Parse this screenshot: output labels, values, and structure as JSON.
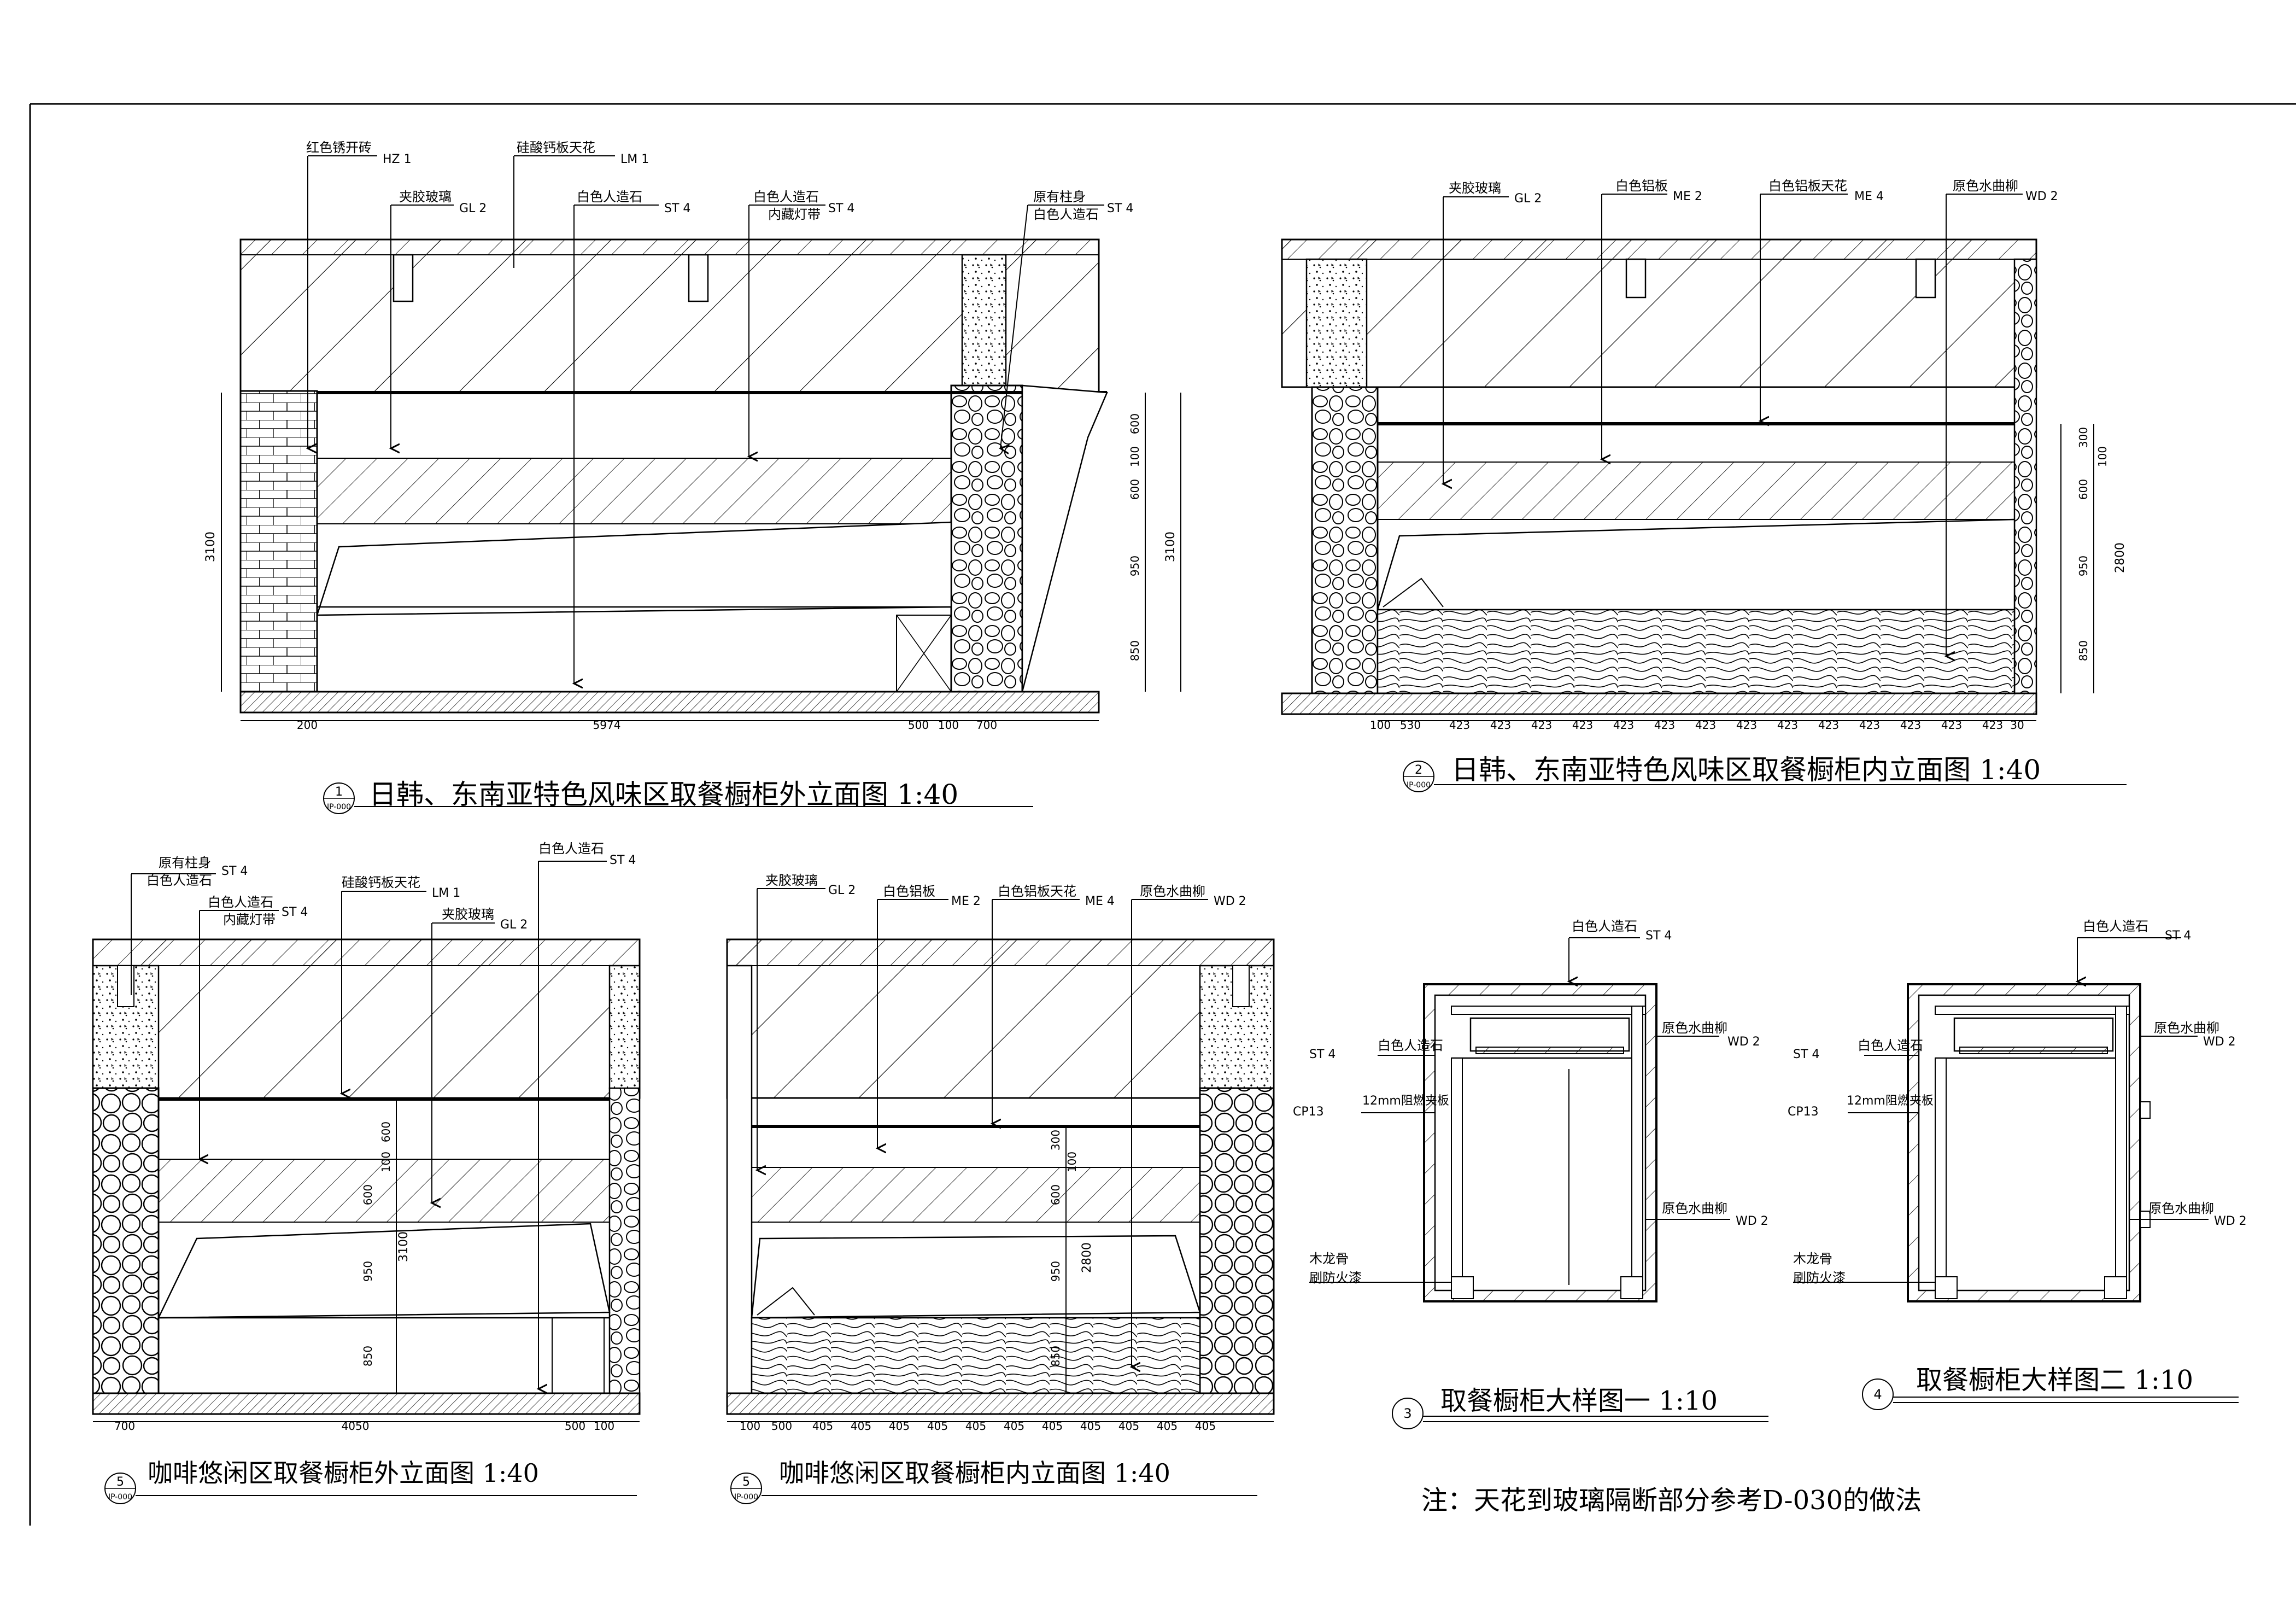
{
  "titles": {
    "v1": "日韩、东南亚特色风味区取餐橱柜外立面图 1:40",
    "v2": "日韩、东南亚特色风味区取餐橱柜内立面图 1:40",
    "v3": "取餐橱柜大样图一 1:10",
    "v4": "取餐橱柜大样图二 1:10",
    "v5a": "咖啡悠闲区取餐橱柜外立面图 1:40",
    "v5b": "咖啡悠闲区取餐橱柜内立面图 1:40"
  },
  "bubbles": {
    "v1": {
      "num": "1",
      "sheet": "IP-000"
    },
    "v2": {
      "num": "2",
      "sheet": "IP-000"
    },
    "v3": {
      "num": "3",
      "sheet": ""
    },
    "v4": {
      "num": "4",
      "sheet": ""
    },
    "v5a": {
      "num": "5",
      "sheet": "IP-000"
    },
    "v5b": {
      "num": "5",
      "sheet": "IP-000"
    }
  },
  "note": "注：天花到玻璃隔断部分参考D-030的做法",
  "materials": {
    "hz1": {
      "name": "红色锈开砖",
      "code": "HZ 1"
    },
    "lm1": {
      "name": "硅酸钙板天花",
      "code": "LM 1"
    },
    "gl2": {
      "name": "夹胶玻璃",
      "code": "GL 2"
    },
    "st4_white": {
      "name": "白色人造石",
      "code": "ST 4"
    },
    "st4_light": {
      "name": "白色人造石",
      "name2": "内藏灯带",
      "code": "ST 4"
    },
    "st4_column": {
      "name": "原有柱身",
      "name2": "白色人造石",
      "code": "ST 4"
    },
    "me2": {
      "name": "白色铝板",
      "code": "ME 2"
    },
    "me4": {
      "name": "白色铝板天花",
      "code": "ME 4"
    },
    "wd2": {
      "name": "原色水曲柳",
      "code": "WD 2"
    },
    "cp13": {
      "name": "12mm阻燃夹板",
      "code": "CP13"
    },
    "keel": {
      "name": "木龙骨",
      "name2": "刷防火漆"
    }
  },
  "dims": {
    "v1": {
      "h_total": "3100",
      "r_600a": "600",
      "r_100": "100",
      "r_600b": "600",
      "r_950": "950",
      "r_850": "850",
      "b_200": "200",
      "b_5974": "5974",
      "b_500": "500",
      "b_100": "100",
      "b_700": "700"
    },
    "v2": {
      "h_total": "2800",
      "r_300": "300",
      "r_100": "100",
      "r_600": "600",
      "r_950": "950",
      "r_850": "850",
      "b_100": "100",
      "b_530": "530",
      "b_423": "423",
      "b_30": "30"
    },
    "v5a": {
      "h_total": "3100",
      "r_600a": "600",
      "r_100": "100",
      "r_600b": "600",
      "r_950": "950",
      "r_850": "850",
      "b_700": "700",
      "b_4050": "4050",
      "b_500": "500",
      "b_100": "100"
    },
    "v5b": {
      "h_total": "2800",
      "r_300": "300",
      "r_100": "100",
      "r_600": "600",
      "r_950": "950",
      "r_850": "850",
      "b_100": "100",
      "b_500": "500",
      "b_405": "405"
    }
  }
}
